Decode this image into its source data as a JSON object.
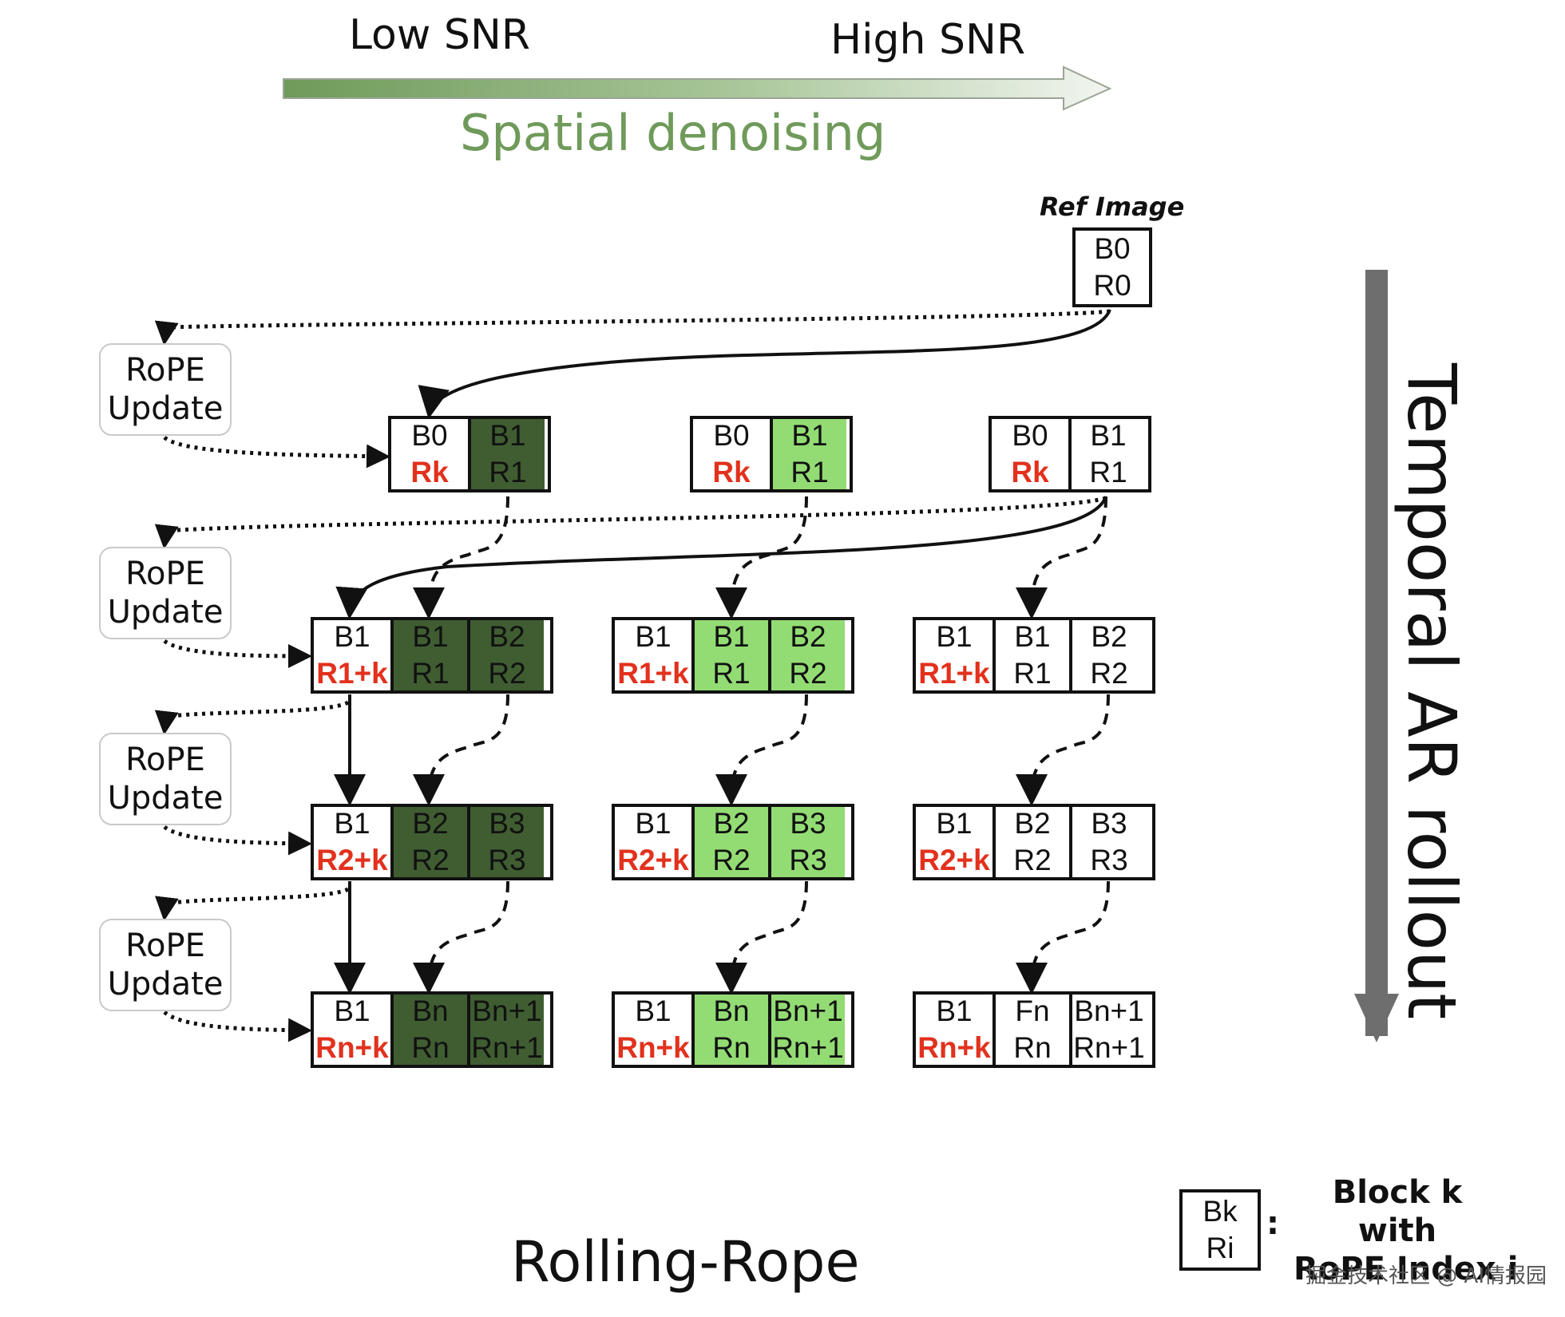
{
  "header": {
    "low_snr": "Low SNR",
    "high_snr": "High SNR",
    "spatial": "Spatial denoising"
  },
  "ref": {
    "label": "Ref Image",
    "block": "B0",
    "rope": "R0"
  },
  "temporal_label": "Temporal AR rollout",
  "rope_update_lines": [
    "RoPE",
    "Update"
  ],
  "columns": [
    "dark",
    "light",
    "white"
  ],
  "rows": [
    {
      "cells": [
        {
          "b": "B0",
          "r": "Rk",
          "red": true
        },
        {
          "b": "B1",
          "r": "R1",
          "red": false
        }
      ]
    },
    {
      "cells": [
        {
          "b": "B1",
          "r": "R1+k",
          "red": true
        },
        {
          "b": "B1",
          "r": "R1",
          "red": false
        },
        {
          "b": "B2",
          "r": "R2",
          "red": false
        }
      ]
    },
    {
      "cells": [
        {
          "b": "B1",
          "r": "R2+k",
          "red": true
        },
        {
          "b": "B2",
          "r": "R2",
          "red": false
        },
        {
          "b": "B3",
          "r": "R3",
          "red": false
        }
      ]
    },
    {
      "cells": [
        {
          "b": "B1",
          "r": "Rn+k",
          "red": true
        },
        {
          "b": "Bn",
          "r": "Rn",
          "red": false
        },
        {
          "b": "Bn+1",
          "r": "Rn+1",
          "red": false
        }
      ]
    }
  ],
  "last_row_white_col_mid": "Fn",
  "title": "Rolling-Rope",
  "legend": {
    "block": "Bk",
    "rope": "Ri",
    "colon": ":",
    "line1": "Block k",
    "line2": "with",
    "line3": "RoPE Index i"
  },
  "watermark": "掘金技术社区 @ AI情报园",
  "colors": {
    "dark_green": "#3f5d31",
    "light_green": "#93dc74",
    "rope_red": "#e2311d",
    "spatial_green": "#6f9a5a",
    "temporal_arrow": "#6e6e6e"
  }
}
